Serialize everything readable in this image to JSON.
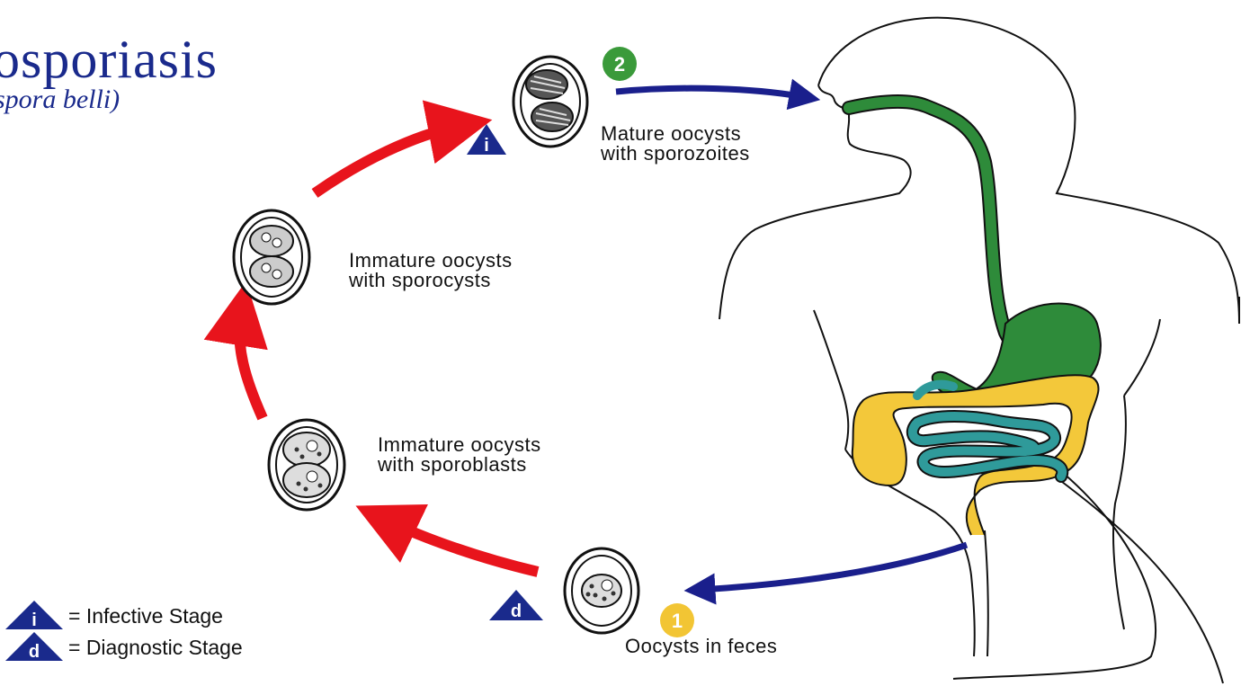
{
  "title": "osporiasis",
  "subtitle": "spora belli)",
  "stages": {
    "mature": {
      "line1": "Mature oocysts",
      "line2": "with sporozoites",
      "step": "2"
    },
    "immature_sporocysts": {
      "line1": "Immature oocysts",
      "line2": "with sporocysts"
    },
    "immature_sporoblasts": {
      "line1": "Immature oocysts",
      "line2": "with sporoblasts"
    },
    "feces": {
      "line1": "Oocysts in feces",
      "step": "1"
    }
  },
  "legend": {
    "infective": {
      "letter": "i",
      "text": "= Infective Stage"
    },
    "diagnostic": {
      "letter": "d",
      "text": "= Diagnostic Stage"
    }
  },
  "colors": {
    "cycle_arrow": "#e8141c",
    "transfer_arrow": "#1a1f8c",
    "gut_upper": "#2e8b3a",
    "colon": "#f3c83a",
    "small_intestine": "#2f9a9a",
    "step2_badge": "#3a9a3a",
    "step1_badge": "#f2c534",
    "stage_triangle": "#1a2a8c"
  }
}
